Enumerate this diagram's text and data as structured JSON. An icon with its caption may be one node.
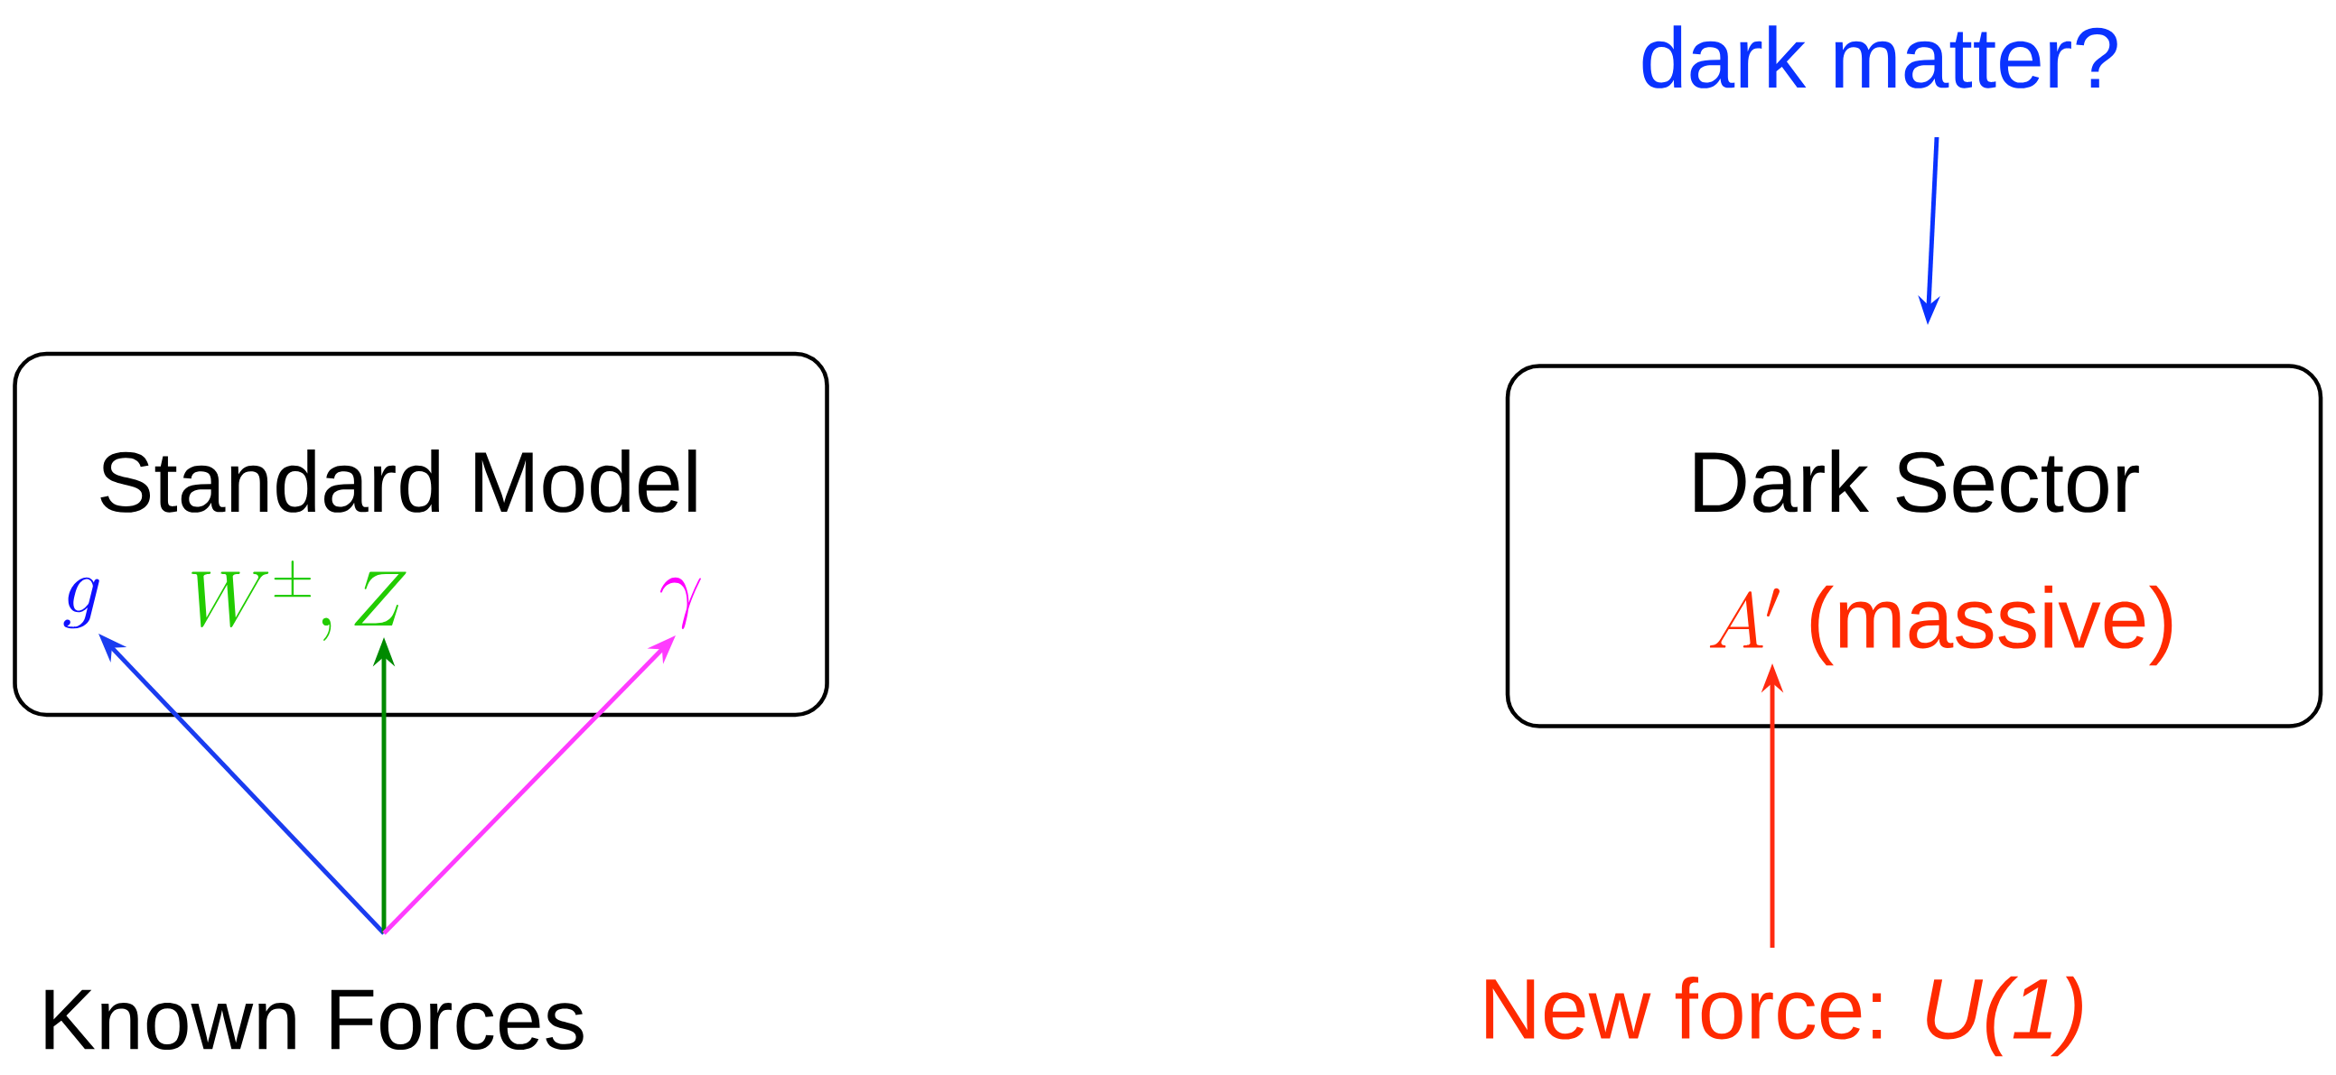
{
  "diagram": {
    "nodes": [
      {
        "text": [
          "Standard Model"
        ]
      },
      {
        "text": [
          "g"
        ],
        "in": 0
      },
      {
        "text": [
          "W^{\\pm}, Z"
        ],
        "in": 0
      },
      {
        "text": [
          "\\gamma"
        ],
        "in": 0
      },
      {
        "text": [
          "Known Forces"
        ]
      },
      {
        "text": [
          "Dark Sector"
        ]
      },
      {
        "text": [
          "A'",
          "(massive)"
        ],
        "in": 5
      },
      {
        "text": [
          "dark matter?"
        ]
      },
      {
        "text": [
          "New force: *U(1)*"
        ]
      }
    ],
    "edges": [
      {
        "from": 4,
        "to": 1,
        "arrow": "to",
        "color": "#1a3cf0"
      },
      {
        "from": 4,
        "to": 2,
        "arrow": "to",
        "color": "#008a00"
      },
      {
        "from": 4,
        "to": 3,
        "arrow": "to",
        "color": "#ff3cff"
      },
      {
        "from": 7,
        "to": 5,
        "arrow": "to",
        "color": "#0a32ff"
      },
      {
        "from": 8,
        "to": 6,
        "arrow": "to",
        "color": "#ff2a10"
      }
    ]
  }
}
